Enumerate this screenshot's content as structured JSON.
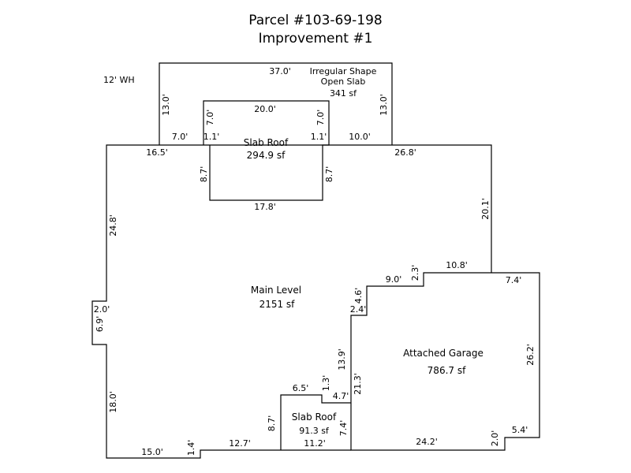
{
  "header": {
    "title": "Parcel #103-69-198",
    "subtitle": "Improvement #1"
  },
  "note": "12' WH",
  "areas": {
    "open_slab": {
      "name_line1": "Irregular Shape",
      "name_line2": "Open Slab",
      "area": "341 sf"
    },
    "slab_roof_top": {
      "name": "Slab Roof",
      "area": "294.9 sf"
    },
    "main_level": {
      "name": "Main Level",
      "area": "2151 sf"
    },
    "garage": {
      "name": "Attached Garage",
      "area": "786.7 sf"
    },
    "slab_roof_bottom": {
      "name": "Slab Roof",
      "area": "91.3 sf"
    }
  },
  "dims": {
    "os_top": "37.0'",
    "os_left": "13.0'",
    "os_right": "13.0'",
    "os_bottom_left": "7.0'",
    "os_bottom_right": "10.0'",
    "sr_top": "20.0'",
    "sr_upper_left": "7.0'",
    "sr_upper_right": "7.0'",
    "sr_step_left": "1.1'",
    "sr_step_right": "1.1'",
    "sr_lower_left": "8.7'",
    "sr_lower_right": "8.7'",
    "sr_bottom": "17.8'",
    "ml_top_left": "16.5'",
    "ml_top_right": "26.8'",
    "ml_left_upper": "24.8'",
    "ml_notch_top": "2.0'",
    "ml_notch_side": "6.9'",
    "ml_left_lower": "18.0'",
    "ml_right": "20.1'",
    "ml_bottom": "15.0'",
    "ml_bottom_step": "1.4'",
    "ml_bottom_mid": "12.7'",
    "g_top": "10.8'",
    "g_top_right": "7.4'",
    "g_step1": "2.3'",
    "g_step2": "9.0'",
    "g_step3": "4.6'",
    "g_step4": "2.4'",
    "g_right": "26.2'",
    "g_left_upper": "13.9'",
    "g_left_lower": "21.3'",
    "g_corner_top": "5.4'",
    "g_corner_side": "2.0'",
    "g_bottom": "24.2'",
    "sb_top": "6.5'",
    "sb_step_side": "1.3'",
    "sb_step_top": "4.7'",
    "sb_left": "8.7'",
    "sb_right": "7.4'",
    "sb_bottom": "11.2'"
  }
}
